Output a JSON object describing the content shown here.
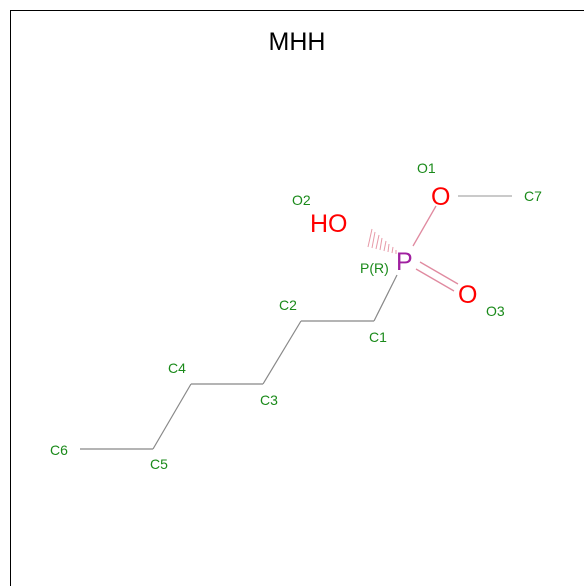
{
  "title": "MHH",
  "colors": {
    "label": "#1a8a1a",
    "oxygen": "#ff0000",
    "phosphorus": "#a020a0",
    "bond": "#888888",
    "bond_po": "#e08aa0"
  },
  "atoms": {
    "P": "P",
    "OH": "HO",
    "O1": "O",
    "O3": "O"
  },
  "labels": {
    "O1": "O1",
    "O2": "O2",
    "O3": "O3",
    "P": "P(R)",
    "C1": "C1",
    "C2": "C2",
    "C3": "C3",
    "C4": "C4",
    "C5": "C5",
    "C6": "C6",
    "C7": "C7"
  }
}
